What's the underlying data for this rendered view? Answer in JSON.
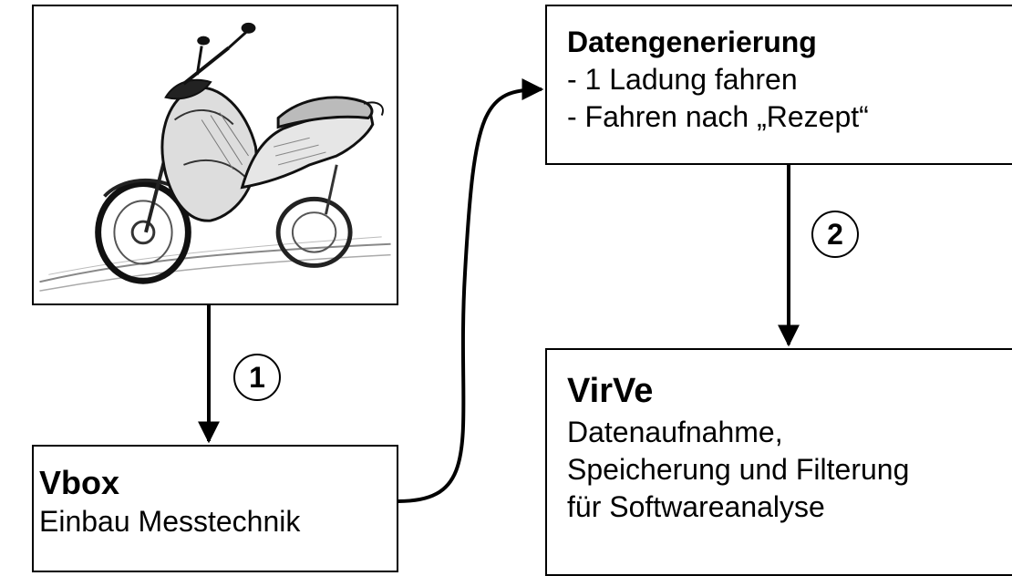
{
  "scooter_box": {
    "image": "scooter-sketch"
  },
  "vbox": {
    "title": "Vbox",
    "description": "Einbau Messtechnik"
  },
  "datengenerierung": {
    "title": "Datengenerierung",
    "items": [
      "- 1 Ladung fahren",
      "- Fahren nach „Rezept“"
    ]
  },
  "virve": {
    "title": "VirVe",
    "lines": [
      "Datenaufnahme,",
      "Speicherung und Filterung",
      "für Softwareanalyse"
    ]
  },
  "steps": {
    "one": "1",
    "two": "2"
  }
}
